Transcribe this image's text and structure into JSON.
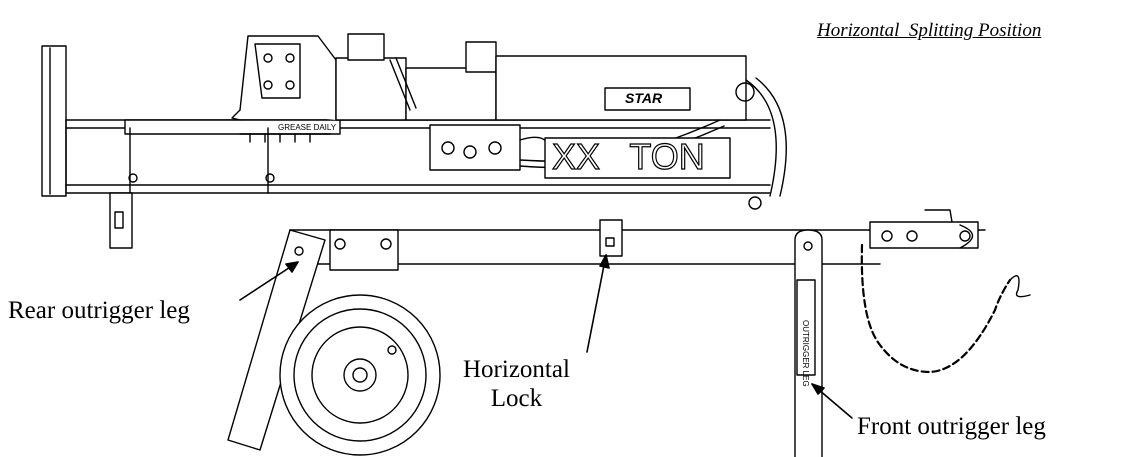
{
  "title": "Horizontal  Splitting Position",
  "callouts": {
    "rear_leg": "Rear outrigger leg",
    "horizontal_lock_line1": "Horizontal",
    "horizontal_lock_line2": "Lock",
    "front_leg": "Front outrigger leg"
  },
  "machine_markings": {
    "tonnage": "XX   TON",
    "brand": "STAR",
    "grease_decal": "GREASE DAILY",
    "outrigger_decal": "OUTRIGGER LEG"
  },
  "colors": {
    "ink": "#000000",
    "background": "#ffffff"
  }
}
